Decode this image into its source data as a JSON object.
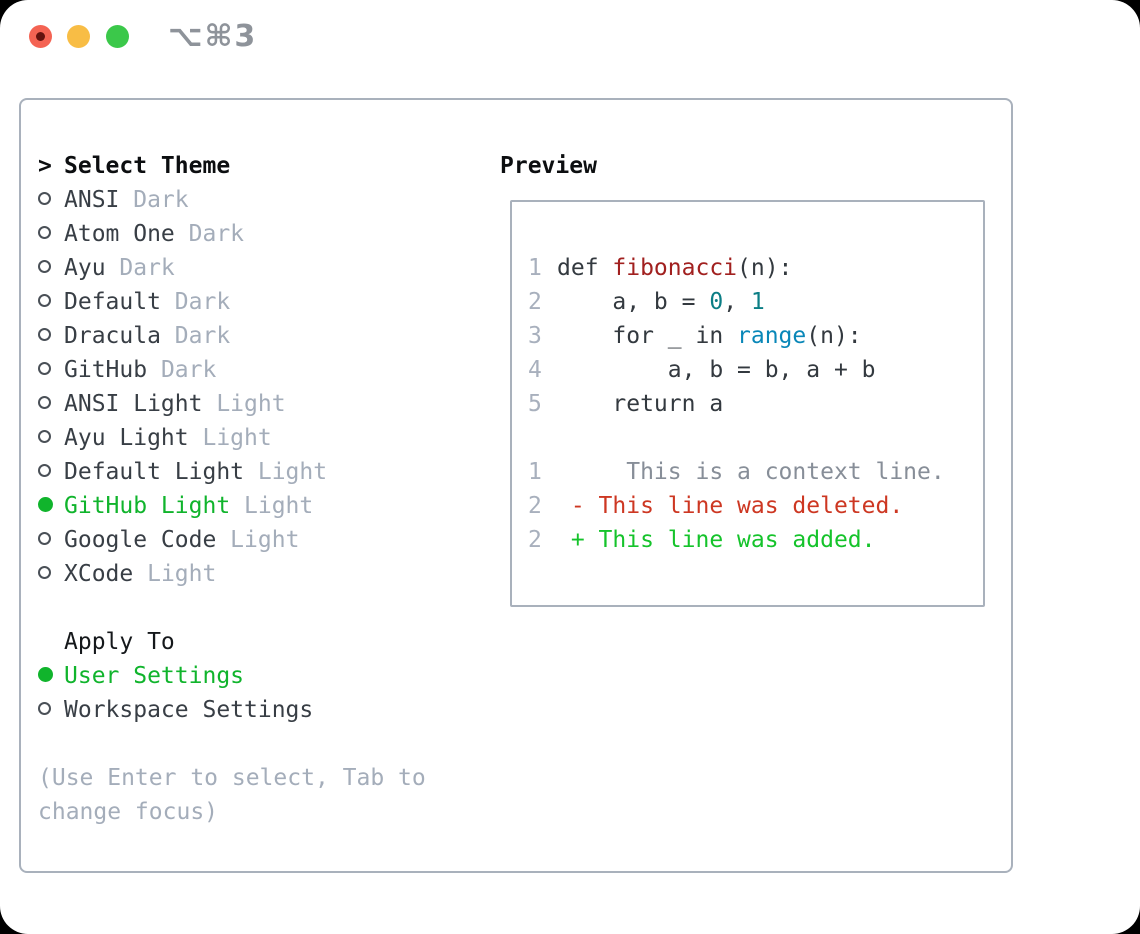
{
  "window": {
    "title": "⌥⌘3"
  },
  "titlebar": {
    "buttons": [
      "close",
      "minimize",
      "zoom"
    ]
  },
  "theme_picker": {
    "prompt": ">",
    "title": "Select Theme",
    "items": [
      {
        "label": "ANSI",
        "tag": "Dark",
        "selected": false
      },
      {
        "label": "Atom One",
        "tag": "Dark",
        "selected": false
      },
      {
        "label": "Ayu",
        "tag": "Dark",
        "selected": false
      },
      {
        "label": "Default",
        "tag": "Dark",
        "selected": false
      },
      {
        "label": "Dracula",
        "tag": "Dark",
        "selected": false
      },
      {
        "label": "GitHub",
        "tag": "Dark",
        "selected": false
      },
      {
        "label": "ANSI Light",
        "tag": "Light",
        "selected": false
      },
      {
        "label": "Ayu Light",
        "tag": "Light",
        "selected": false
      },
      {
        "label": "Default Light",
        "tag": "Light",
        "selected": false
      },
      {
        "label": "GitHub Light",
        "tag": "Light",
        "selected": true
      },
      {
        "label": "Google Code",
        "tag": "Light",
        "selected": false
      },
      {
        "label": "XCode",
        "tag": "Light",
        "selected": false
      }
    ],
    "apply_to": {
      "title": "Apply To",
      "options": [
        {
          "label": "User Settings",
          "selected": true
        },
        {
          "label": "Workspace Settings",
          "selected": false
        }
      ]
    },
    "hint": "(Use Enter to select, Tab to change focus)"
  },
  "preview": {
    "title": "Preview",
    "lines": [
      {
        "num": "1",
        "tokens": [
          {
            "t": "def ",
            "c": "code"
          },
          {
            "t": "fibonacci",
            "c": "func"
          },
          {
            "t": "(n):",
            "c": "code"
          }
        ]
      },
      {
        "num": "2",
        "tokens": [
          {
            "t": "    a, b = ",
            "c": "code"
          },
          {
            "t": "0",
            "c": "num"
          },
          {
            "t": ", ",
            "c": "code"
          },
          {
            "t": "1",
            "c": "num"
          }
        ]
      },
      {
        "num": "3",
        "tokens": [
          {
            "t": "    for _ in ",
            "c": "code"
          },
          {
            "t": "range",
            "c": "builtin"
          },
          {
            "t": "(n):",
            "c": "code"
          }
        ]
      },
      {
        "num": "4",
        "tokens": [
          {
            "t": "        a, b = b, a + b",
            "c": "code"
          }
        ]
      },
      {
        "num": "5",
        "tokens": [
          {
            "t": "    return a",
            "c": "code"
          }
        ]
      },
      {
        "num": "",
        "tokens": []
      },
      {
        "num": "1",
        "tokens": [
          {
            "t": "     This is a context line.",
            "c": "context"
          }
        ]
      },
      {
        "num": "2",
        "tokens": [
          {
            "t": " - This line was deleted.",
            "c": "deleted"
          }
        ]
      },
      {
        "num": "2",
        "tokens": [
          {
            "t": " + This line was added.",
            "c": "added"
          }
        ]
      }
    ]
  },
  "colors": {
    "accent_green": "#10b42c",
    "diff_added_green": "#15c32b",
    "diff_deleted_red": "#cd3722",
    "function_red": "#a1201f",
    "number_teal": "#0b7e85",
    "builtin_blue": "#0987b8",
    "code_text": "#33393f",
    "context_gray": "#878e98",
    "muted_gray": "#a4adba",
    "line_number_gray": "#a8b0bd",
    "border_gray": "#a9b1bc",
    "title_gray": "#8e939a",
    "traffic_red": "#f46353",
    "traffic_yellow": "#f8bd45",
    "traffic_green": "#3bc84a"
  }
}
